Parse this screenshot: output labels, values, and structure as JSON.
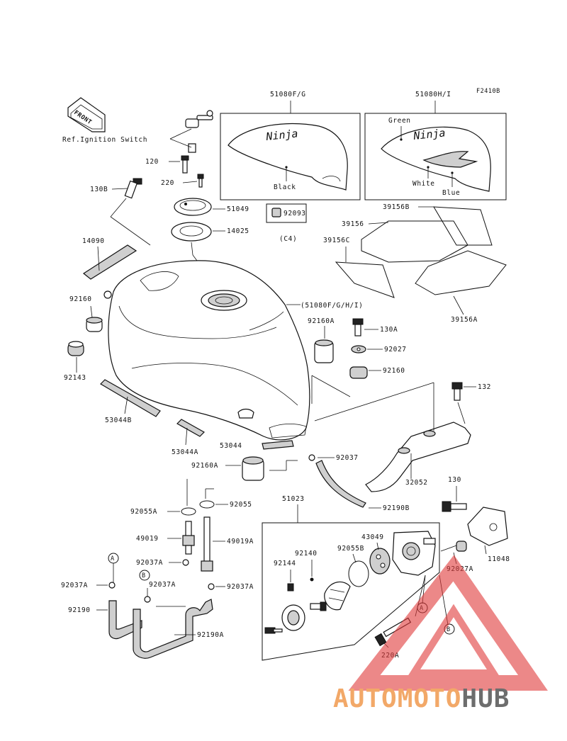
{
  "figure_code": "F2410B",
  "front_label": "FRONT",
  "ignition_ref": "Ref.Ignition Switch",
  "callouts": {
    "p51080fg": "51080F/G",
    "p51080hi": "51080H/I",
    "green": "Green",
    "black": "Black",
    "white": "White",
    "blue": "Blue",
    "p120": "120",
    "p220": "220",
    "p130b": "130B",
    "p51049": "51049",
    "p92093": "92093",
    "c4": "(C4)",
    "p14025": "14025",
    "p39156b": "39156B",
    "p39156": "39156",
    "p39156c": "39156C",
    "p39156a": "39156A",
    "p14090": "14090",
    "p92160_l": "92160",
    "p51080all": "(51080F/G/H/I)",
    "p92160a_top": "92160A",
    "p130a": "130A",
    "p92027": "92027",
    "p92160_r": "92160",
    "p92143": "92143",
    "p132": "132",
    "p53044b": "53044B",
    "p53044a": "53044A",
    "p53044": "53044",
    "p92037": "92037",
    "p92160a_bot": "92160A",
    "p32052": "32052",
    "p130": "130",
    "p92190b": "92190B",
    "p92055a": "92055A",
    "p92055": "92055",
    "p51023": "51023",
    "p49019": "49019",
    "p49019a": "49019A",
    "p43049": "43049",
    "p92140": "92140",
    "p92055b": "92055B",
    "p92144": "92144",
    "p11048": "11048",
    "p92037a_1": "92037A",
    "p92037a_2": "92037A",
    "p92037a_3": "92037A",
    "p92037a_4": "92037A",
    "p92027a": "92027A",
    "p92190": "92190",
    "p92190a": "92190A",
    "p220a": "220A",
    "ref_a1": "A",
    "ref_b1": "B",
    "ref_a2": "A",
    "ref_b2": "B",
    "ninja_1": "Ninja",
    "ninja_2": "Ninja"
  },
  "watermark": {
    "part1": "AUTOMOTO",
    "part2": "HUB",
    "color1": "#f2a868",
    "color2": "#6d6d6d",
    "triangle_color": "#e03a3a"
  }
}
